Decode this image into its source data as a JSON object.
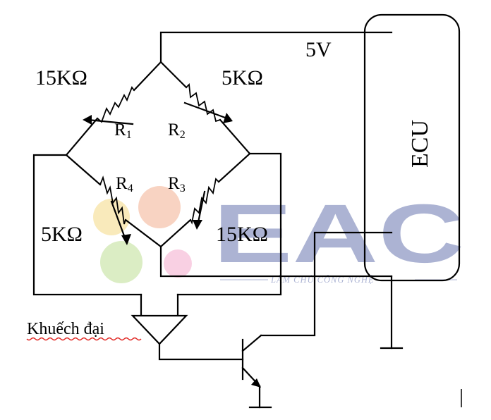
{
  "labels": {
    "supply": "5V",
    "ecu": "ECU",
    "r1_value": "15KΩ",
    "r2_value": "5KΩ",
    "r3_value": "15KΩ",
    "r4_value": "5KΩ",
    "r1_letter": "R",
    "r1_sub": "1",
    "r2_letter": "R",
    "r2_sub": "2",
    "r3_letter": "R",
    "r3_sub": "3",
    "r4_letter": "R",
    "r4_sub": "4",
    "amplifier": "Khuếch đại"
  },
  "watermark": {
    "text": "EAC",
    "tagline": "LÀM CHỦ CÔNG NGHỆ",
    "text_color": "#5b6aa8",
    "circle_colors": [
      "#f5d77a",
      "#f2a987",
      "#b8dc8a",
      "#f4a3c8"
    ]
  },
  "colors": {
    "wire": "#000000",
    "spellcheck_underline": "#e0201c"
  }
}
